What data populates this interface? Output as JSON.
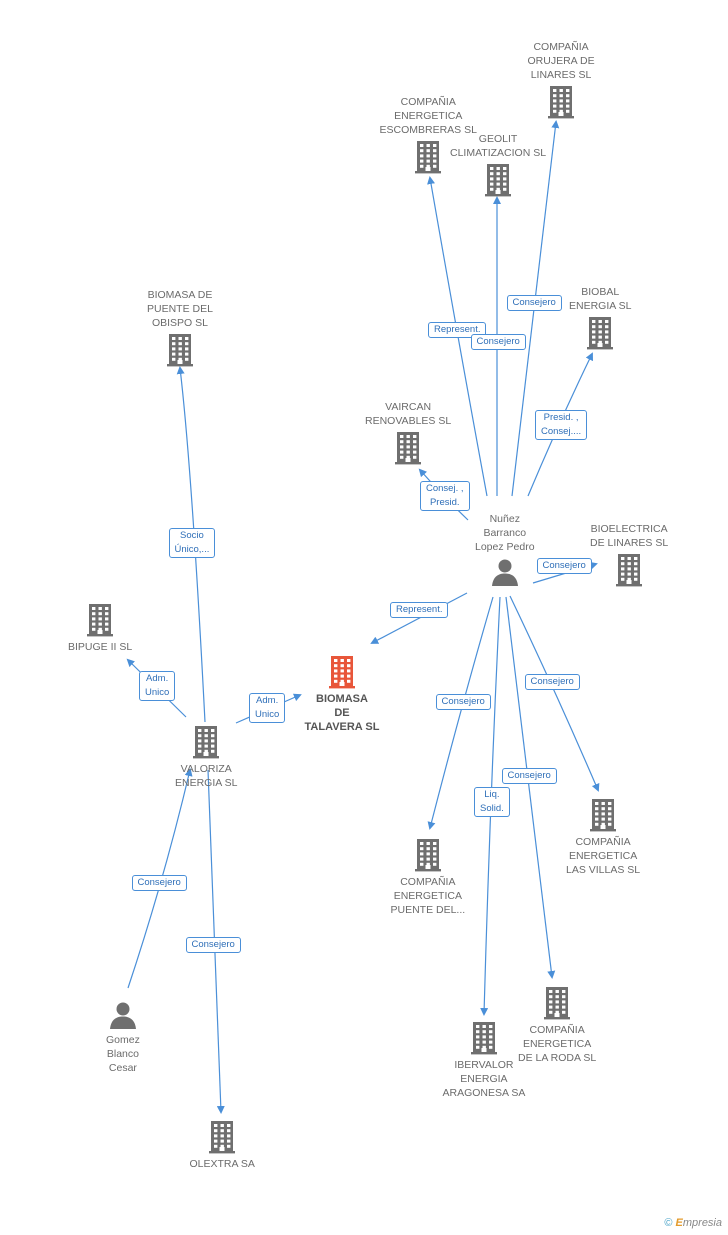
{
  "nodes": [
    {
      "id": "main",
      "label": [
        "BIOMASA",
        "DE",
        "TALAVERA SL"
      ],
      "kind": "company",
      "color": "#e8563a"
    },
    {
      "id": "bpo",
      "label": [
        "BIOMASA DE",
        "PUENTE DEL",
        "OBISPO SL"
      ],
      "kind": "company"
    },
    {
      "id": "bipuge",
      "label": [
        "BIPUGE II SL"
      ],
      "kind": "company"
    },
    {
      "id": "valoriza",
      "label": [
        "VALORIZA",
        "ENERGIA SL"
      ],
      "kind": "company"
    },
    {
      "id": "gomez",
      "label": [
        "Gomez",
        "Blanco",
        "Cesar"
      ],
      "kind": "person"
    },
    {
      "id": "olextra",
      "label": [
        "OLEXTRA SA"
      ],
      "kind": "company"
    },
    {
      "id": "nunez",
      "label": [
        "Nuñez",
        "Barranco",
        "Lopez Pedro"
      ],
      "kind": "person"
    },
    {
      "id": "orujera",
      "label": [
        "COMPAÑIA",
        "ORUJERA DE",
        "LINARES SL"
      ],
      "kind": "company"
    },
    {
      "id": "escombreras",
      "label": [
        "COMPAÑIA",
        "ENERGETICA",
        "ESCOMBRERAS SL"
      ],
      "kind": "company"
    },
    {
      "id": "geolit",
      "label": [
        "GEOLIT",
        "CLIMATIZACION SL"
      ],
      "kind": "company"
    },
    {
      "id": "biobal",
      "label": [
        "BIOBAL",
        "ENERGIA SL"
      ],
      "kind": "company"
    },
    {
      "id": "vaircan",
      "label": [
        "VAIRCAN",
        "RENOVABLES SL"
      ],
      "kind": "company"
    },
    {
      "id": "bioelectrica",
      "label": [
        "BIOELECTRICA",
        "DE LINARES SL"
      ],
      "kind": "company"
    },
    {
      "id": "villas",
      "label": [
        "COMPAÑIA",
        "ENERGETICA",
        "LAS VILLAS SL"
      ],
      "kind": "company"
    },
    {
      "id": "puente",
      "label": [
        "COMPAÑIA",
        "ENERGETICA",
        "PUENTE DEL..."
      ],
      "kind": "company"
    },
    {
      "id": "roda",
      "label": [
        "COMPAÑIA",
        "ENERGETICA",
        "DE LA RODA SL"
      ],
      "kind": "company"
    },
    {
      "id": "ibervalor",
      "label": [
        "IBERVALOR",
        "ENERGIA",
        "ARAGONESA SA"
      ],
      "kind": "company"
    }
  ],
  "edges": [
    {
      "label": [
        "Adm.",
        "Unico"
      ]
    },
    {
      "label": [
        "Socio",
        "Único,..."
      ]
    },
    {
      "label": [
        "Adm.",
        "Unico"
      ]
    },
    {
      "label": [
        "Consejero"
      ]
    },
    {
      "label": [
        "Consejero"
      ]
    },
    {
      "label": [
        "Represent."
      ]
    },
    {
      "label": [
        "Represent."
      ]
    },
    {
      "label": [
        "Consejero"
      ]
    },
    {
      "label": [
        "Consejero"
      ]
    },
    {
      "label": [
        "Presid. ,",
        "Consej...."
      ]
    },
    {
      "label": [
        "Consej. ,",
        "Presid."
      ]
    },
    {
      "label": [
        "Consejero"
      ]
    },
    {
      "label": [
        "Consejero"
      ]
    },
    {
      "label": [
        "Consejero"
      ]
    },
    {
      "label": [
        "Liq.",
        "Solid."
      ]
    },
    {
      "label": [
        "Consejero"
      ]
    }
  ],
  "footer": {
    "copyright": "©",
    "brand_initial": "E",
    "brand_rest": "mpresia"
  },
  "colors": {
    "edge": "#4a8fd8",
    "node": "#6f6f6f",
    "main": "#e8563a"
  }
}
